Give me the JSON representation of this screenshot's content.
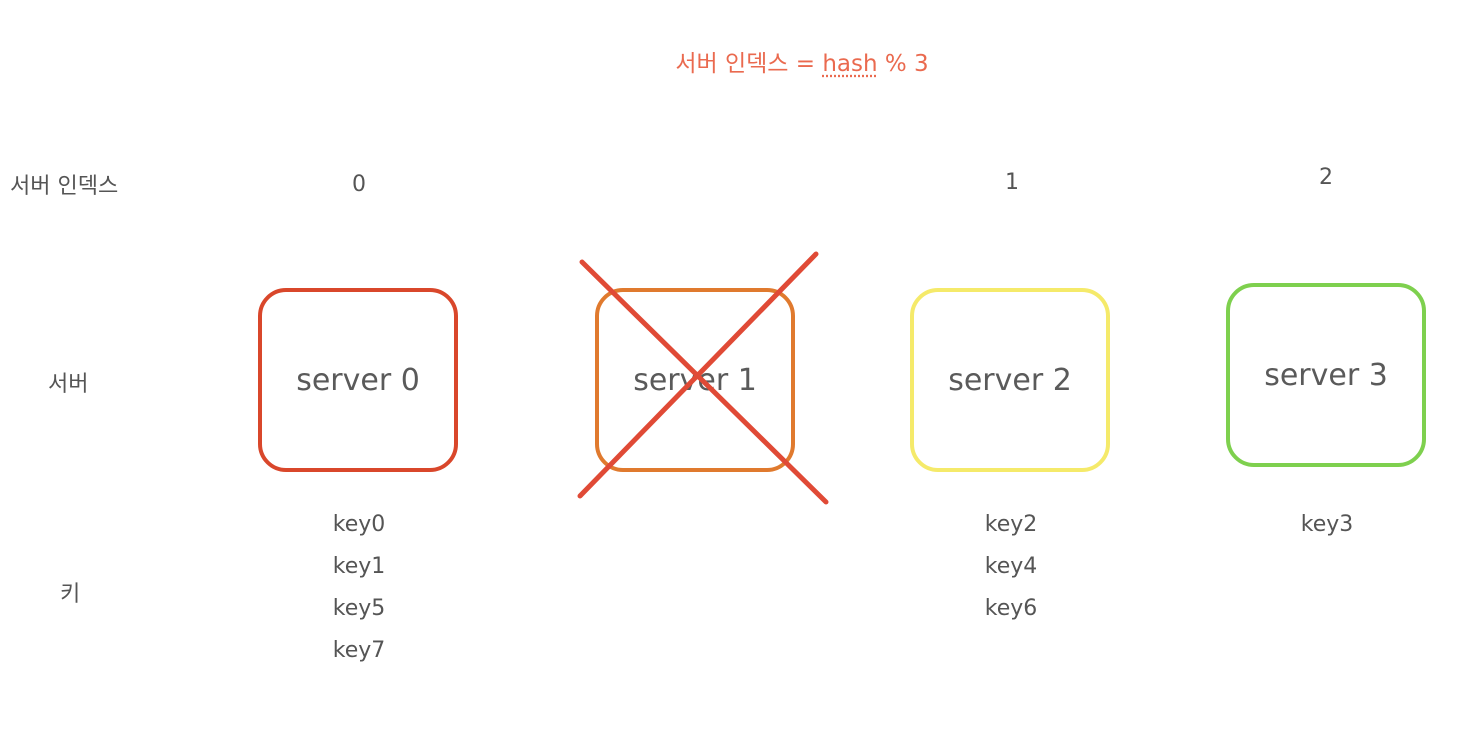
{
  "formula": {
    "prefix": "서버 인덱스 = ",
    "hash": "hash",
    "suffix": " % 3",
    "color": "#ea6a4f"
  },
  "row_labels": {
    "index": "서버 인덱스",
    "server": "서버",
    "key": "키"
  },
  "servers": [
    {
      "index": "0",
      "label": "server 0",
      "color": "#d9472b",
      "removed": false,
      "keys": [
        "key0",
        "key1",
        "key5",
        "key7"
      ]
    },
    {
      "index": "",
      "label": "server 1",
      "color": "#e07a2e",
      "removed": true,
      "keys": []
    },
    {
      "index": "1",
      "label": "server 2",
      "color": "#f5ea6a",
      "removed": false,
      "keys": [
        "key2",
        "key4",
        "key6"
      ]
    },
    {
      "index": "2",
      "label": "server 3",
      "color": "#7ed04e",
      "removed": false,
      "keys": [
        "key3"
      ]
    }
  ],
  "cross_color": "#e04a36"
}
